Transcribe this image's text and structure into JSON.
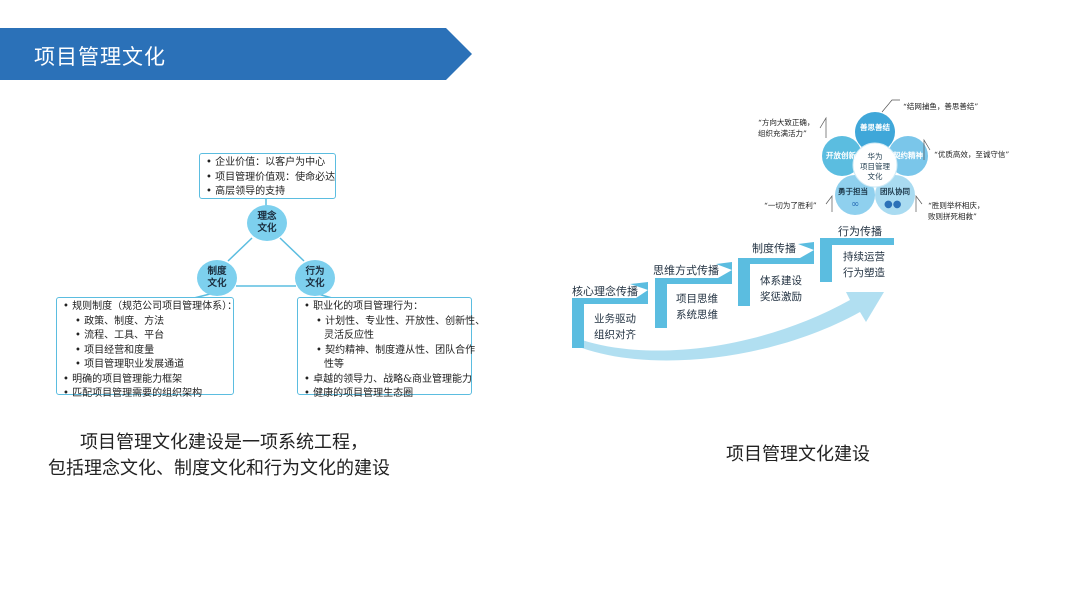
{
  "header": {
    "title": "项目管理文化"
  },
  "left_diagram": {
    "top_box": [
      "• 企业价值：以客户为中心",
      "• 项目管理价值观：使命必达",
      "• 高层领导的支持"
    ],
    "circle_top": [
      "理念",
      "文化"
    ],
    "circle_left": [
      "制度",
      "文化"
    ],
    "circle_right": [
      "行为",
      "文化"
    ],
    "left_box": {
      "l1": "• 规则制度（规范公司项目管理体系）：",
      "l2": "• 政策、制度、方法",
      "l3": "• 流程、工具、平台",
      "l4": "• 项目经营和度量",
      "l5": "• 项目管理职业发展通道",
      "l6": "• 明确的项目管理能力框架",
      "l7": "• 匹配项目管理需要的组织架构"
    },
    "right_box": {
      "l1": "• 职业化的项目管理行为：",
      "l2": "• 计划性、专业性、开放性、创新性、",
      "l3": "灵活反应性",
      "l4": "• 契约精神、制度遵从性、团队合作",
      "l5": "性等",
      "l6": "• 卓越的领导力、战略&商业管理能力",
      "l7": "• 健康的项目管理生态圈"
    }
  },
  "left_caption": {
    "line1": "项目管理文化建设是一项系统工程，",
    "line2": "包括理念文化、制度文化和行为文化的建设"
  },
  "right_diagram": {
    "steps": [
      {
        "label": "核心理念传播",
        "body": [
          "业务驱动",
          "组织对齐"
        ]
      },
      {
        "label": "思维方式传播",
        "body": [
          "项目思维",
          "系统思维"
        ]
      },
      {
        "label": "制度传播",
        "body": [
          "体系建设",
          "奖惩激励"
        ]
      },
      {
        "label": "行为传播",
        "body": [
          "持续运营",
          "行为塑造"
        ]
      }
    ],
    "flower": {
      "center": [
        "华为",
        "项目管理",
        "文化"
      ],
      "petals": [
        "善思善结",
        "开放创新",
        "契约精神",
        "勇于担当",
        "团队协同"
      ]
    },
    "quotes": {
      "q1": "“结网捕鱼，善思善结”",
      "q2a": "“方向大致正确，",
      "q2b": "组织充满活力”",
      "q3": "“优质高效，至诚守信”",
      "q4": "“一切为了胜利”",
      "q5a": "“胜则举杯相庆，",
      "q5b": "败则拼死相救”"
    }
  },
  "right_caption": {
    "text": "项目管理文化建设"
  },
  "colors": {
    "banner": "#2b71b8",
    "accent": "#5bbde0",
    "circle": "#7dd0ee",
    "petal": "#3fa7d9"
  }
}
